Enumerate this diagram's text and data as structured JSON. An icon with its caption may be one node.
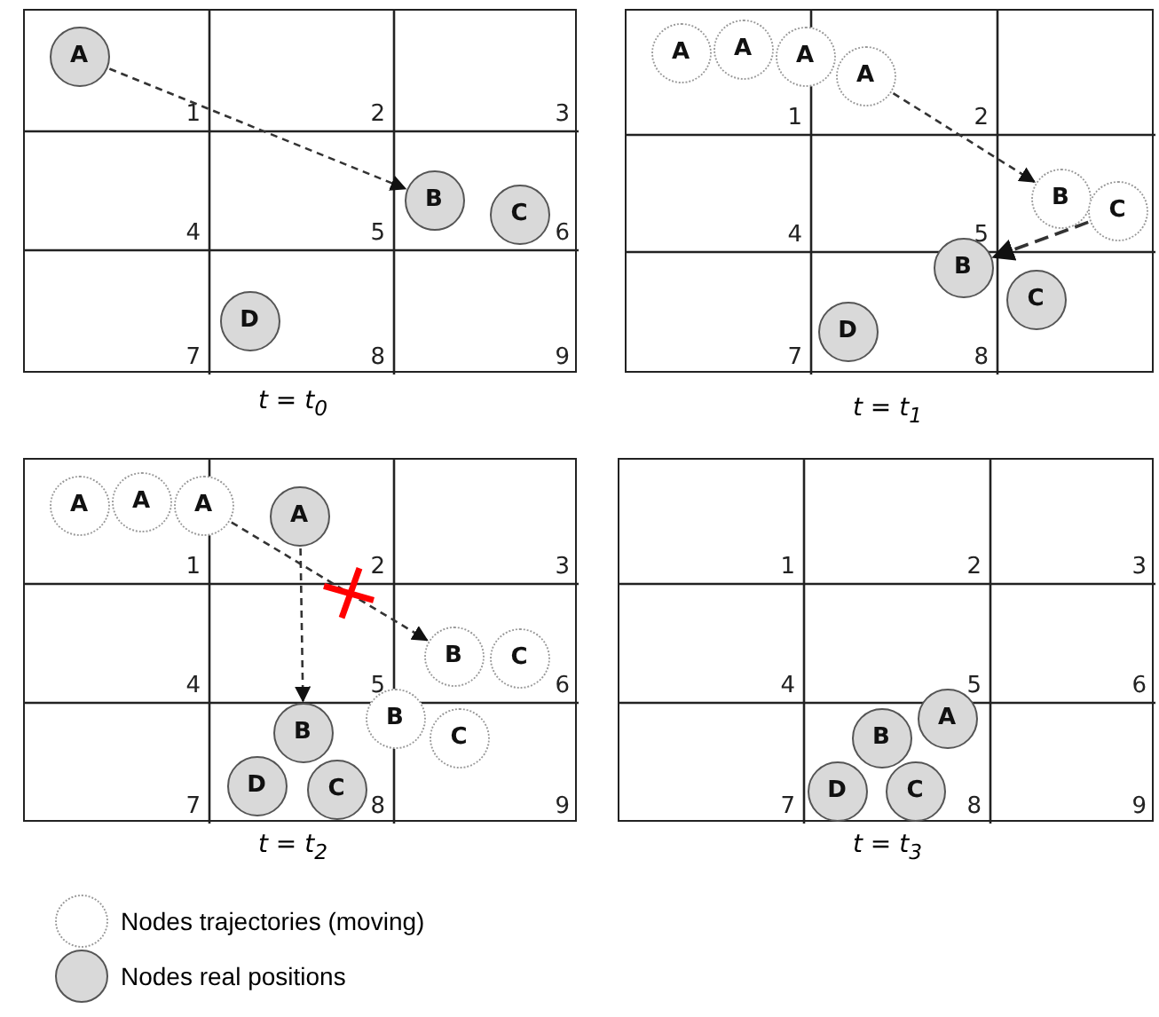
{
  "diagram": {
    "nodes": [
      {
        "text": [],
        "shape": "box",
        "beside": [
          "t = t$_{0}$"
        ]
      },
      {
        "text": [
          "A"
        ],
        "in": 0
      },
      {
        "text": [
          "B"
        ],
        "in": 0
      },
      {
        "text": [
          "C"
        ],
        "in": 0
      },
      {
        "text": [
          "D"
        ],
        "in": 0
      },
      {
        "text": [],
        "shape": "box",
        "beside": [
          "t = t$_{1}$"
        ]
      },
      {
        "text": [
          "A"
        ],
        "in": 5
      },
      {
        "text": [
          "A"
        ],
        "in": 5
      },
      {
        "text": [
          "A"
        ],
        "in": 5
      },
      {
        "text": [
          "A"
        ],
        "in": 5
      },
      {
        "text": [
          "B"
        ],
        "in": 5
      },
      {
        "text": [
          "C"
        ],
        "in": 5
      },
      {
        "text": [
          "B"
        ],
        "in": 5
      },
      {
        "text": [
          "C"
        ],
        "in": 5
      },
      {
        "text": [
          "D"
        ],
        "in": 5
      },
      {
        "text": [],
        "shape": "box",
        "beside": [
          "t = t$_{2}$"
        ]
      },
      {
        "text": [
          "A"
        ],
        "in": 15
      },
      {
        "text": [
          "A"
        ],
        "in": 15
      },
      {
        "text": [
          "A"
        ],
        "in": 15
      },
      {
        "text": [
          "A"
        ],
        "in": 15
      },
      {
        "text": [
          "B"
        ],
        "in": 15
      },
      {
        "text": [
          "C"
        ],
        "in": 15
      },
      {
        "text": [
          "B"
        ],
        "in": 15
      },
      {
        "text": [
          "C"
        ],
        "in": 15
      },
      {
        "text": [
          "B"
        ],
        "in": 15
      },
      {
        "text": [
          "D"
        ],
        "in": 15
      },
      {
        "text": [
          "C"
        ],
        "in": 15
      },
      {
        "text": [],
        "shape": "box",
        "beside": [
          "t = t$_{3}$"
        ]
      },
      {
        "text": [
          "A"
        ],
        "in": 27
      },
      {
        "text": [
          "B"
        ],
        "in": 27
      },
      {
        "text": [
          "D"
        ],
        "in": 27
      },
      {
        "text": [
          "C"
        ],
        "in": 27
      }
    ],
    "edges": [
      {
        "from": 1,
        "to": 2,
        "arrow": "to",
        "style": "dashed"
      },
      {
        "from": 9,
        "to": 10,
        "arrow": "to",
        "style": "dashed"
      },
      {
        "from": 11,
        "to": 12,
        "arrow": "to",
        "style": "dashed"
      },
      {
        "from": 18,
        "to": 20,
        "arrow": "to",
        "style": "dashed"
      },
      {
        "from": 19,
        "to": 24,
        "arrow": "to",
        "style": "dashed"
      }
    ],
    "labels": [
      "1",
      "2",
      "3",
      "4",
      "5",
      "6",
      "7",
      "8",
      "9",
      "1",
      "2",
      "4",
      "5",
      "7",
      "8",
      "1",
      "2",
      "3",
      "4",
      "5",
      "6",
      "7",
      "8",
      "9",
      "1",
      "2",
      "3",
      "4",
      "5",
      "6",
      "7",
      "8",
      "9"
    ],
    "legend": [
      {
        "text": "Nodes trajectories (moving)"
      },
      {
        "text": "Nodes real positions"
      }
    ]
  }
}
